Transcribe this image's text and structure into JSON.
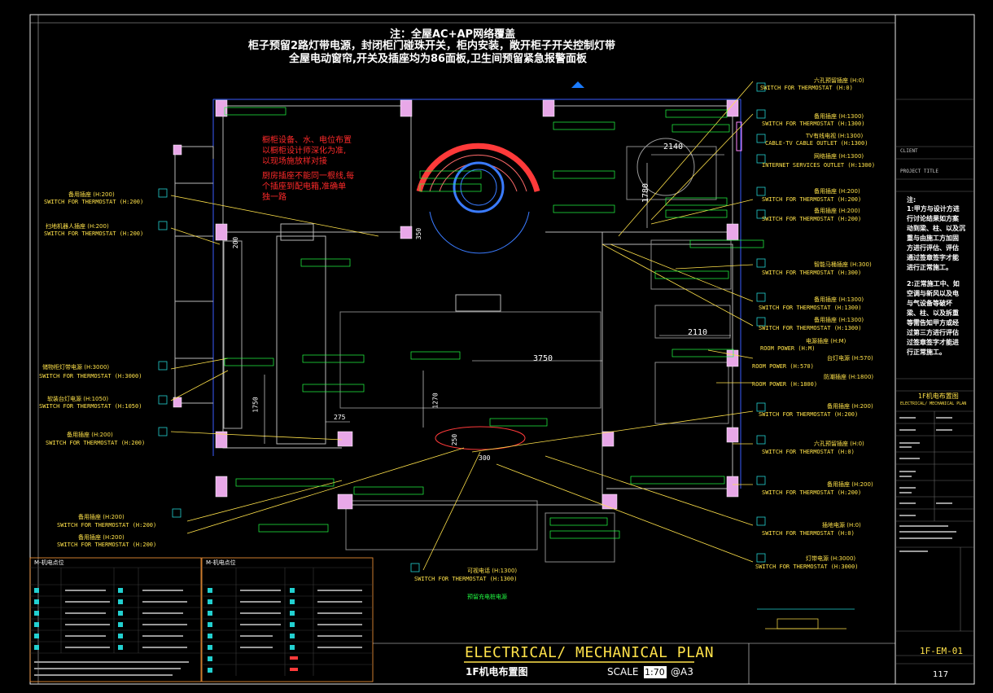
{
  "header_notes": [
    "注：全屋AC+AP网络覆盖",
    "柜子预留2路灯带电源，封闭柜门碰珠开关，柜内安装，敞开柜子开关控制灯带",
    "全屋电动窗帘,开关及插座均为86面板,卫生间预留紧急报警面板"
  ],
  "red_notes": [
    "橱柜设备、水、电位布置",
    "以橱柜设计师深化为准,",
    "以现场施放样对接",
    "厨房插座不能同一根线,每",
    "个插座到配电箱,准确单",
    "独一路"
  ],
  "left_labels": [
    {
      "cn": "备用插座 (H:200)",
      "en": "SWITCH FOR THERMOSTAT (H:200)"
    },
    {
      "cn": "扫地机器人插座 (H:200)",
      "en": "SWITCH FOR THERMOSTAT (H:200)"
    },
    {
      "cn": "储物柜灯带电源 (H:3000)",
      "en": "SWITCH FOR THERMOSTAT (H:3000)"
    },
    {
      "cn": "软装台灯电源 (H:1050)",
      "en": "SWITCH FOR THERMOSTAT (H:1050)"
    },
    {
      "cn": "备用插座 (H:200)",
      "en": "SWITCH FOR THERMOSTAT (H:200)"
    },
    {
      "cn": "备用插座 (H:200)",
      "en": "SWITCH FOR THERMOSTAT (H:200)"
    },
    {
      "cn": "备用插座 (H:200)",
      "en": "SWITCH FOR THERMOSTAT (H:200)"
    }
  ],
  "right_labels": [
    {
      "cn": "六孔预留插座 (H:0)",
      "en": "SWITCH FOR THERMOSTAT (H:0)"
    },
    {
      "cn": "备用插座 (H:1300)",
      "en": "SWITCH FOR THERMOSTAT (H:1300)"
    },
    {
      "cn": "TV有线电视 (H:1300)",
      "en": "CABLE-TV CABLE OUTLET (H:1300)"
    },
    {
      "cn": "网络插座 (H:1300)",
      "en": "INTERNET SERVICES OUTLET (H:1300)"
    },
    {
      "cn": "备用插座 (H:200)",
      "en": "SWITCH FOR THERMOSTAT (H:200)"
    },
    {
      "cn": "备用插座 (H:200)",
      "en": "SWITCH FOR THERMOSTAT (H:200)"
    },
    {
      "cn": "智能马桶插座 (H:300)",
      "en": "SWITCH FOR THERMOSTAT (H:300)"
    },
    {
      "cn": "备用插座 (H:1300)",
      "en": "SWITCH FOR THERMOSTAT (H:1300)"
    },
    {
      "cn": "备用插座 (H:1300)",
      "en": "SWITCH FOR THERMOSTAT (H:1300)"
    },
    {
      "cn": "电源插座 (H:M)",
      "en": "ROOM POWER (H:M)"
    },
    {
      "cn": "台灯电源 (H:570)",
      "en": "ROOM POWER (H:570)"
    },
    {
      "cn": "防潮插座 (H:1800)",
      "en": "ROOM POWER (H:1800)"
    },
    {
      "cn": "备用插座 (H:200)",
      "en": "SWITCH FOR THERMOSTAT (H:200)"
    },
    {
      "cn": "六孔预留插座 (H:0)",
      "en": "SWITCH FOR THERMOSTAT (H:0)"
    },
    {
      "cn": "备用插座 (H:200)",
      "en": "SWITCH FOR THERMOSTAT (H:200)"
    },
    {
      "cn": "插地电源 (H:0)",
      "en": "SWITCH FOR THERMOSTAT (H:0)"
    },
    {
      "cn": "灯带电源 (H:3000)",
      "en": "SWITCH FOR THERMOSTAT (H:3000)"
    }
  ],
  "bottom_center_label": {
    "cn": "可视电话 (H:1300)",
    "en": "SWITCH FOR THERMOSTAT (H:1300)"
  },
  "green_tag": "预留充电桩电源",
  "dimensions": [
    "2140",
    "1780",
    "3750",
    "2110",
    "1750",
    "1270",
    "275",
    "300",
    "250",
    "200",
    "350"
  ],
  "plan_title": "ELECTRICAL/ MECHANICAL PLAN",
  "plan_subtitle": "1F机电布置图",
  "scale_label": "SCALE",
  "scale_value": "1:70",
  "paper": "@A3",
  "legend_left_title": "M-机电点位",
  "legend_right_title": "M-机电点位",
  "title_block": {
    "client": "CLIENT",
    "project_title": "PROJECT TITLE",
    "notes_head": "注:",
    "notes_1": [
      "1:甲方与设计方进",
      "行讨论结果如方案",
      "动到梁、柱、以及沉",
      "重与由施工方加固",
      "方进行评估、评估",
      "通过签章签字才能",
      "进行正常施工。"
    ],
    "notes_2": [
      "2:正常施工中、如",
      "空调与新风以及电",
      "与气设备等破坏",
      "梁、柱、以及拆重",
      "等需告知甲方或经",
      "过第三方进行评估",
      "过签章签字才能进",
      "行正常施工。"
    ],
    "drawing_title": "1F机电布置图",
    "drawing_title_en": "ELECTRICAL/ MECHANICAL PLAN",
    "sheet_no": "1F-EM-01",
    "page": "117"
  }
}
